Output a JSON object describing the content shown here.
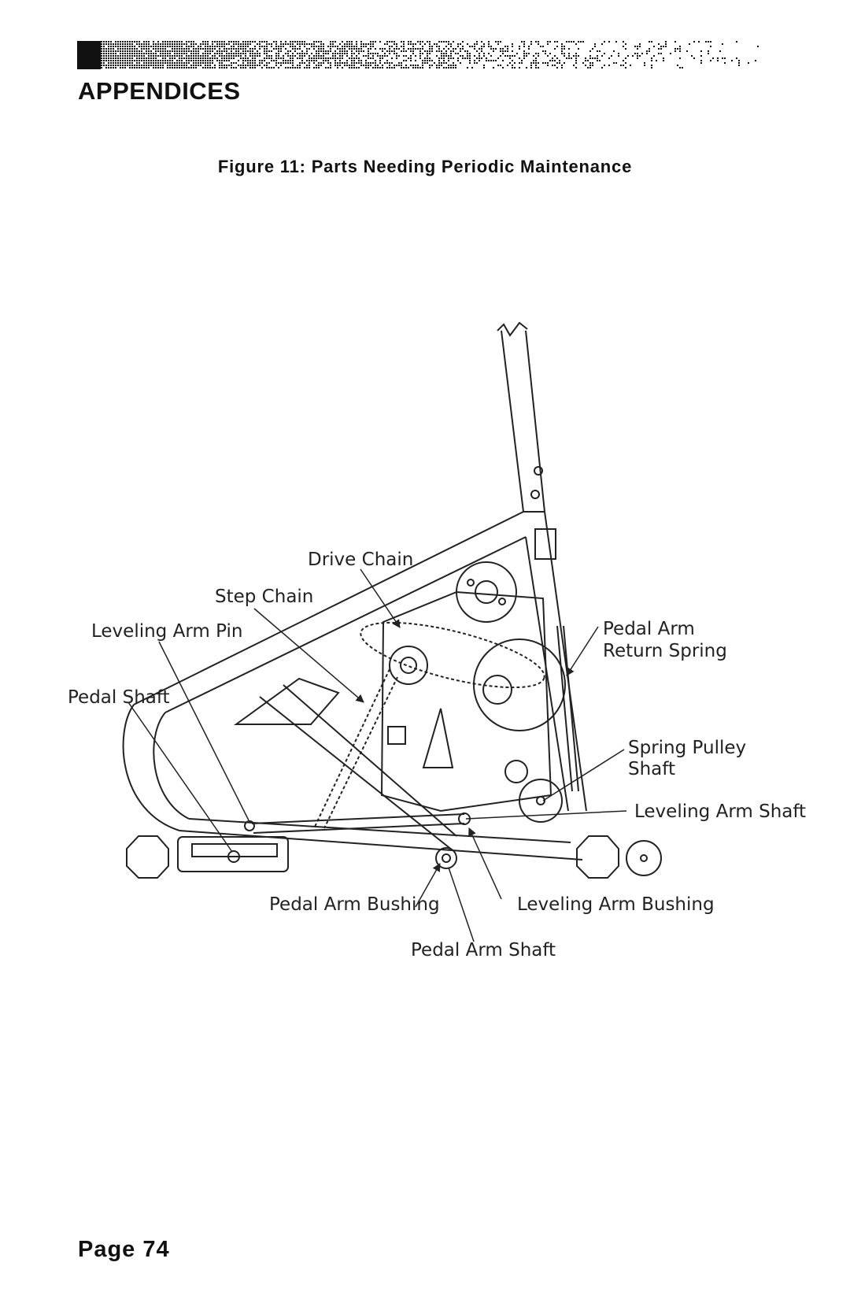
{
  "header": {
    "section_title": "APPENDICES",
    "band_color": "#111111"
  },
  "figure": {
    "caption": "Figure 11: Parts Needing Periodic Maintenance",
    "callouts": {
      "drive_chain": "Drive Chain",
      "step_chain": "Step Chain",
      "leveling_arm_pin": "Leveling Arm Pin",
      "pedal_shaft": "Pedal Shaft",
      "pedal_arm_return_spring_line1": "Pedal Arm",
      "pedal_arm_return_spring_line2": "Return Spring",
      "spring_pulley_shaft_line1": "Spring Pulley",
      "spring_pulley_shaft_line2": "Shaft",
      "leveling_arm_shaft": "Leveling Arm Shaft",
      "pedal_arm_bushing": "Pedal Arm Bushing",
      "leveling_arm_bushing": "Leveling Arm Bushing",
      "pedal_arm_shaft": "Pedal Arm Shaft"
    }
  },
  "footer": {
    "page_label": "Page 74"
  }
}
